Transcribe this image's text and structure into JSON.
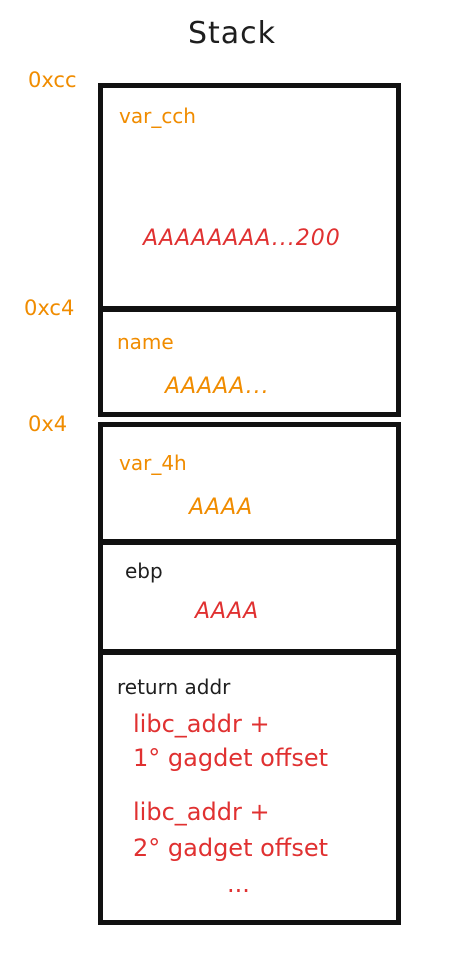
{
  "title": "Stack",
  "addresses": {
    "top": "0xcc",
    "name": "0xc4",
    "var4h": "0x4"
  },
  "frames": {
    "var_cch": {
      "label": "var_cch",
      "value": "AAAAAAAA...200"
    },
    "name": {
      "label": "name",
      "value": "AAAAA..."
    },
    "var_4h": {
      "label": "var_4h",
      "value": "AAAA"
    },
    "ebp": {
      "label": "ebp",
      "value": "AAAA"
    },
    "ret": {
      "label": "return addr",
      "lines": [
        "libc_addr +",
        "1° gagdet offset",
        "libc_addr +",
        "2° gadget offset",
        "..."
      ]
    }
  },
  "colors": {
    "orange": "#f08c00",
    "red": "#e03131",
    "stroke": "#111111"
  }
}
